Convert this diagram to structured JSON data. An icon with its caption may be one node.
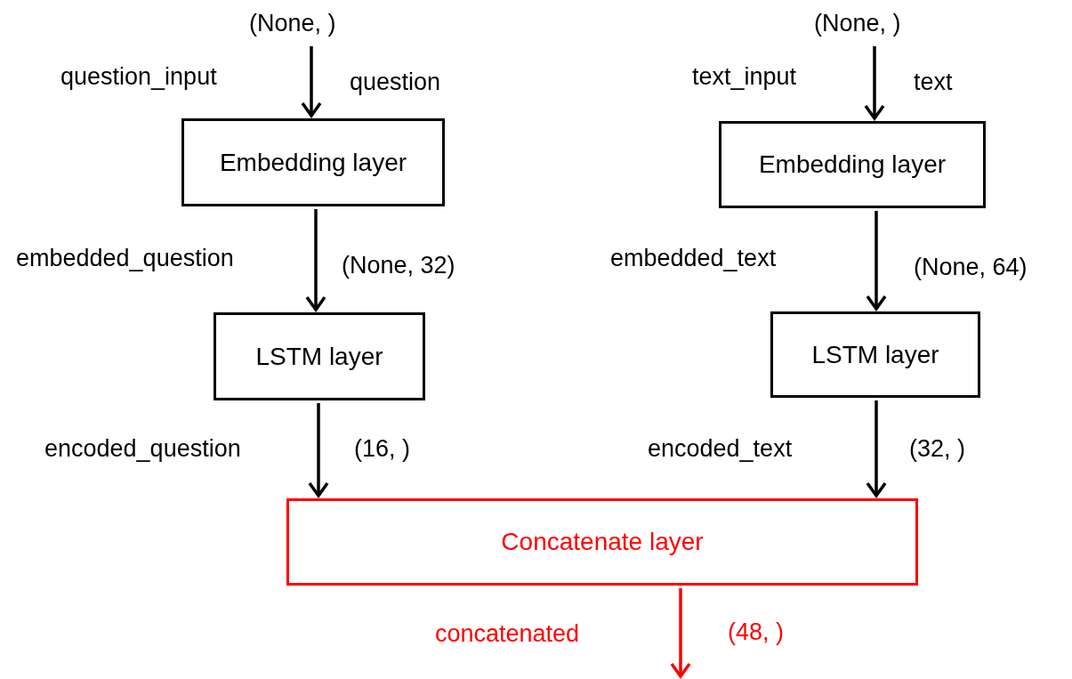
{
  "diagram": {
    "nodes": [
      {
        "text": [
          "Embedding layer"
        ]
      },
      {
        "text": [
          "LSTM layer"
        ]
      },
      {
        "text": [
          "Embedding layer"
        ]
      },
      {
        "text": [
          "LSTM layer"
        ]
      },
      {
        "text": [
          "Concatenate layer"
        ]
      }
    ],
    "edges": [
      {
        "from": null,
        "to": 0,
        "arrow": "to"
      },
      {
        "from": 0,
        "to": 1,
        "arrow": "to"
      },
      {
        "from": 1,
        "to": 4,
        "arrow": "to"
      },
      {
        "from": null,
        "to": 2,
        "arrow": "to"
      },
      {
        "from": 2,
        "to": 3,
        "arrow": "to"
      },
      {
        "from": 3,
        "to": 4,
        "arrow": "to"
      },
      {
        "from": 4,
        "to": null,
        "arrow": "to",
        "color": "#ff0000"
      }
    ],
    "labels": [
      "(None, )",
      "question_input",
      "question",
      "embedded_question",
      "(None, 32)",
      "encoded_question",
      "(16, )",
      "(None, )",
      "text_input",
      "text",
      "embedded_text",
      "(None, 64)",
      "encoded_text",
      "(32, )",
      "concatenated",
      "(48, )"
    ]
  }
}
